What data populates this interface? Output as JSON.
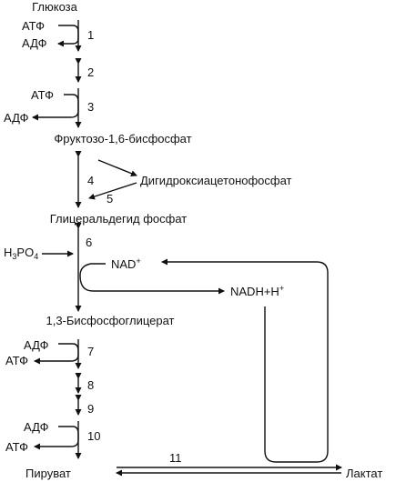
{
  "metabolites": {
    "glucose": "Глюкоза",
    "f16bp": "Фруктозо-1,6-бисфосфат",
    "dhap": "Дигидроксиацетонофосфат",
    "g3p": "Глицеральдегид фосфат",
    "bpg13": "1,3-Бисфосфоглицерат",
    "pyruvate": "Пируват",
    "lactate": "Лактат"
  },
  "cofactors": {
    "atp": "АТФ",
    "adp": "АДФ",
    "h3po4_a": "H",
    "h3po4_sub1": "3",
    "h3po4_b": "PO",
    "h3po4_sub2": "4",
    "nad": "NAD",
    "nad_sup": "+",
    "nadh": "NADH+H",
    "nadh_sup": "+"
  },
  "steps": {
    "s1": "1",
    "s2": "2",
    "s3": "3",
    "s4": "4",
    "s5": "5",
    "s6": "6",
    "s7": "7",
    "s8": "8",
    "s9": "9",
    "s10": "10",
    "s11": "11"
  }
}
